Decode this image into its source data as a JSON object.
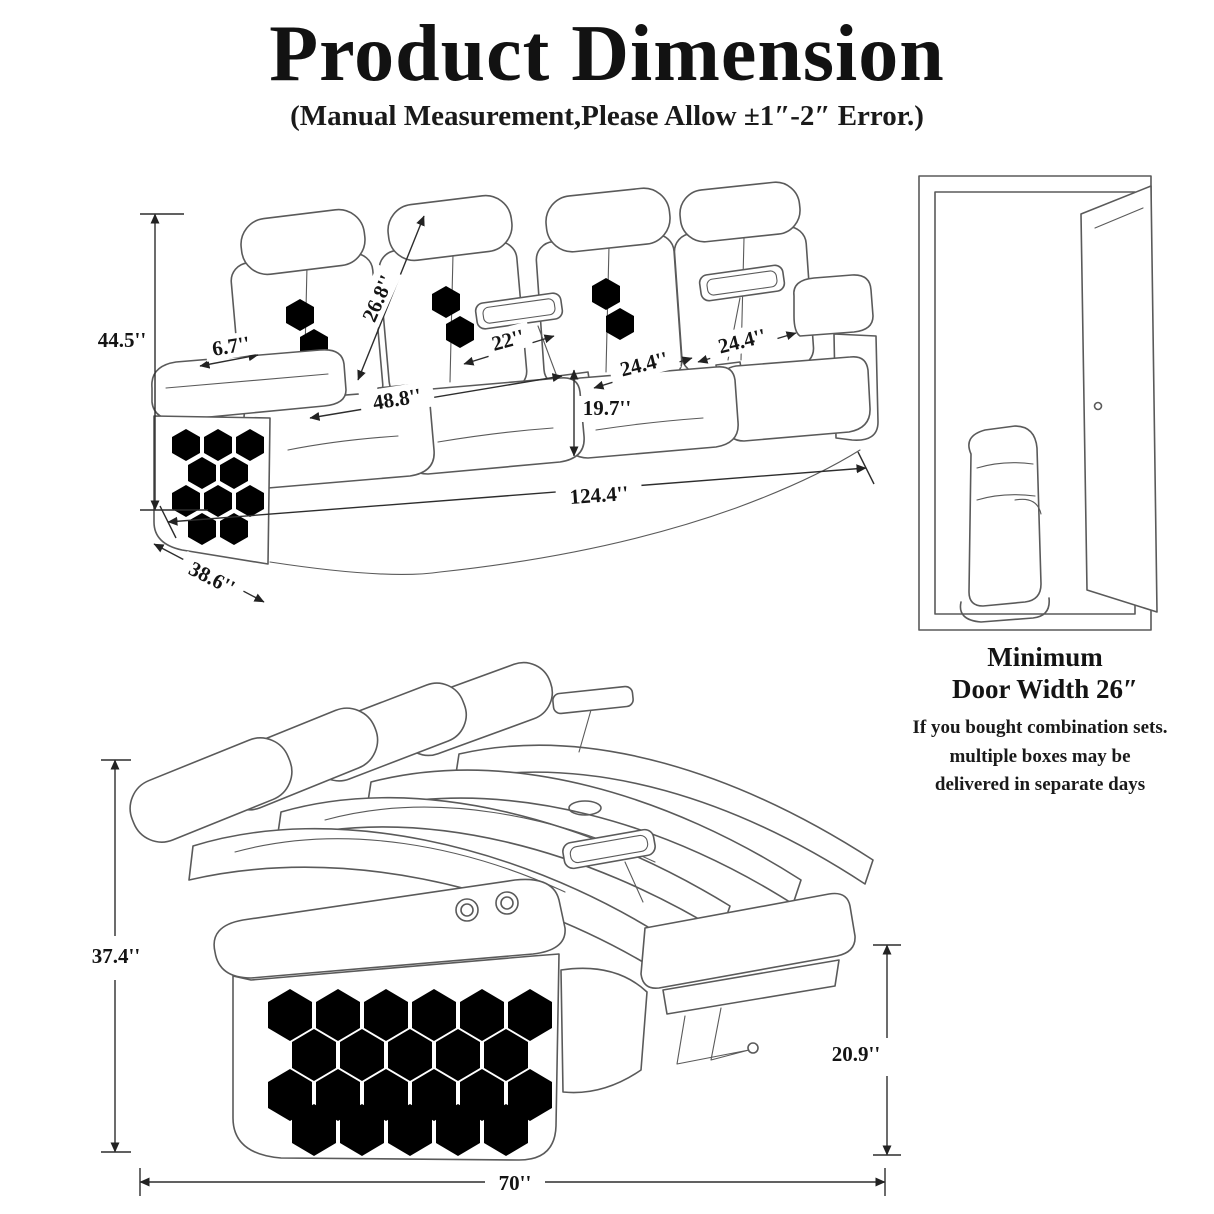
{
  "header": {
    "title": "Product Dimension",
    "subtitle": "(Manual Measurement,Please Allow ±1″-2″ Error.)"
  },
  "top": {
    "height": "44.5''",
    "back_diag": "26.8''",
    "armrest": "6.7''",
    "seat_mid": "22''",
    "seat_right_front": "24.4''",
    "seat_right_back": "24.4''",
    "two_seat_span": "48.8''",
    "seat_height": "19.7''",
    "total_width": "124.4''",
    "depth": "38.6''"
  },
  "door": {
    "caption_line1": "Minimum",
    "caption_line2": "Door Width 26″",
    "note_line1": "If you bought combination sets.",
    "note_line2": "multiple boxes may be",
    "note_line3": "delivered in separate days"
  },
  "bottom": {
    "height": "37.4''",
    "recline_height": "20.9''",
    "width": "70''"
  }
}
